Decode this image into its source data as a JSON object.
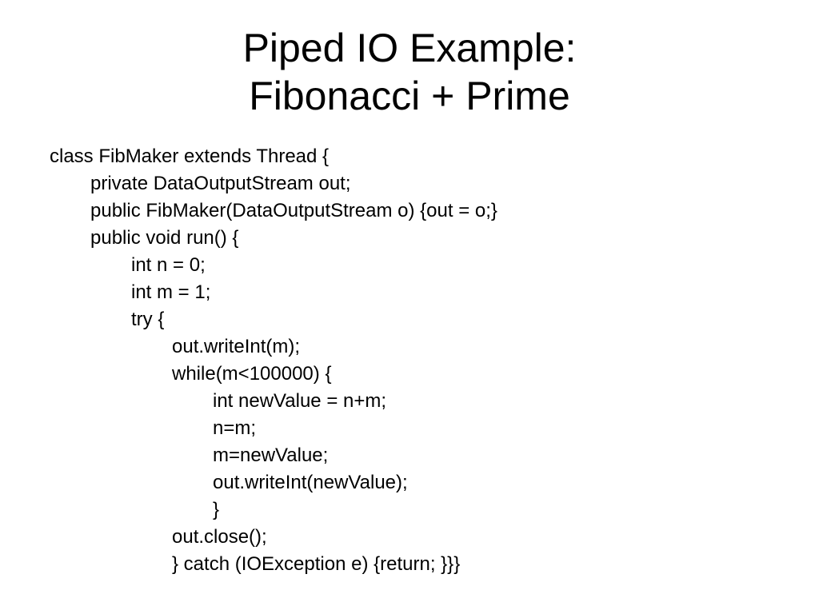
{
  "slide": {
    "title_line1": "Piped IO Example:",
    "title_line2": "Fibonacci + Prime",
    "code_lines": [
      {
        "text": "class FibMaker extends Thread {",
        "indent": 0
      },
      {
        "text": "private DataOutputStream out;",
        "indent": 1
      },
      {
        "text": "public FibMaker(DataOutputStream o) {out = o;}",
        "indent": 1
      },
      {
        "text": "public void run() {",
        "indent": 1
      },
      {
        "text": "int n = 0;",
        "indent": 2
      },
      {
        "text": "int m = 1;",
        "indent": 2
      },
      {
        "text": "try {",
        "indent": 2
      },
      {
        "text": "out.writeInt(m);",
        "indent": 3
      },
      {
        "text": "while(m<100000) {",
        "indent": 3
      },
      {
        "text": "int newValue = n+m;",
        "indent": 4
      },
      {
        "text": "n=m;",
        "indent": 4
      },
      {
        "text": "m=newValue;",
        "indent": 4
      },
      {
        "text": "out.writeInt(newValue);",
        "indent": 4
      },
      {
        "text": "}",
        "indent": 4
      },
      {
        "text": "out.close();",
        "indent": 3
      },
      {
        "text": "} catch (IOException e) {return; }}}",
        "indent": 3
      }
    ]
  }
}
